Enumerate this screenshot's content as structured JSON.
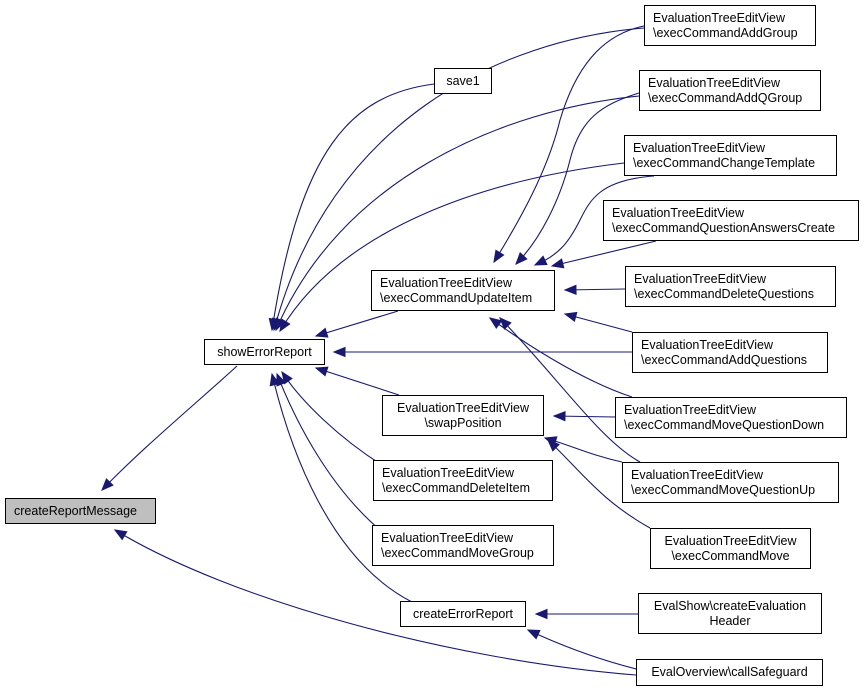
{
  "diagram": {
    "type": "call-graph",
    "edge_color": "#191970",
    "focus_fill": "#bfbfbf",
    "nodes": {
      "createReportMessage": {
        "lines": [
          "createReportMessage"
        ],
        "focus": true
      },
      "showErrorReport": {
        "lines": [
          "showErrorReport"
        ]
      },
      "save1": {
        "lines": [
          "save1"
        ]
      },
      "updateItem": {
        "lines": [
          "EvaluationTreeEditView",
          "\\execCommandUpdateItem"
        ]
      },
      "swapPosition": {
        "lines": [
          "EvaluationTreeEditView",
          "\\swapPosition"
        ]
      },
      "deleteItem": {
        "lines": [
          "EvaluationTreeEditView",
          "\\execCommandDeleteItem"
        ]
      },
      "moveGroup": {
        "lines": [
          "EvaluationTreeEditView",
          "\\execCommandMoveGroup"
        ]
      },
      "createErrorReport": {
        "lines": [
          "createErrorReport"
        ]
      },
      "addGroup": {
        "lines": [
          "EvaluationTreeEditView",
          "\\execCommandAddGroup"
        ]
      },
      "addQGroup": {
        "lines": [
          "EvaluationTreeEditView",
          "\\execCommandAddQGroup"
        ]
      },
      "changeTemplate": {
        "lines": [
          "EvaluationTreeEditView",
          "\\execCommandChangeTemplate"
        ]
      },
      "questionAnswersCreate": {
        "lines": [
          "EvaluationTreeEditView",
          "\\execCommandQuestionAnswersCreate"
        ]
      },
      "deleteQuestions": {
        "lines": [
          "EvaluationTreeEditView",
          "\\execCommandDeleteQuestions"
        ]
      },
      "addQuestions": {
        "lines": [
          "EvaluationTreeEditView",
          "\\execCommandAddQuestions"
        ]
      },
      "moveQuestionDown": {
        "lines": [
          "EvaluationTreeEditView",
          "\\execCommandMoveQuestionDown"
        ]
      },
      "moveQuestionUp": {
        "lines": [
          "EvaluationTreeEditView",
          "\\execCommandMoveQuestionUp"
        ]
      },
      "move": {
        "lines": [
          "EvaluationTreeEditView",
          "\\execCommandMove"
        ]
      },
      "createEvaluationHeader": {
        "lines": [
          "EvalShow\\createEvaluation",
          "Header"
        ]
      },
      "callSafeguard": {
        "lines": [
          "EvalOverview\\callSafeguard"
        ]
      }
    },
    "edges": [
      {
        "from": "showErrorReport",
        "to": "createReportMessage"
      },
      {
        "from": "callSafeguard",
        "to": "createReportMessage"
      },
      {
        "from": "save1",
        "to": "showErrorReport"
      },
      {
        "from": "addGroup",
        "to": "showErrorReport"
      },
      {
        "from": "addQGroup",
        "to": "showErrorReport"
      },
      {
        "from": "changeTemplate",
        "to": "showErrorReport"
      },
      {
        "from": "updateItem",
        "to": "showErrorReport"
      },
      {
        "from": "addQuestions",
        "to": "showErrorReport"
      },
      {
        "from": "swapPosition",
        "to": "showErrorReport"
      },
      {
        "from": "deleteItem",
        "to": "showErrorReport"
      },
      {
        "from": "moveGroup",
        "to": "showErrorReport"
      },
      {
        "from": "createErrorReport",
        "to": "showErrorReport"
      },
      {
        "from": "addGroup",
        "to": "updateItem"
      },
      {
        "from": "addQGroup",
        "to": "updateItem"
      },
      {
        "from": "changeTemplate",
        "to": "updateItem"
      },
      {
        "from": "questionAnswersCreate",
        "to": "updateItem"
      },
      {
        "from": "deleteQuestions",
        "to": "updateItem"
      },
      {
        "from": "addQuestions",
        "to": "updateItem"
      },
      {
        "from": "moveQuestionDown",
        "to": "updateItem"
      },
      {
        "from": "moveQuestionUp",
        "to": "updateItem"
      },
      {
        "from": "moveQuestionDown",
        "to": "swapPosition"
      },
      {
        "from": "moveQuestionUp",
        "to": "swapPosition"
      },
      {
        "from": "move",
        "to": "swapPosition"
      },
      {
        "from": "createEvaluationHeader",
        "to": "createErrorReport"
      },
      {
        "from": "callSafeguard",
        "to": "createErrorReport"
      }
    ]
  }
}
